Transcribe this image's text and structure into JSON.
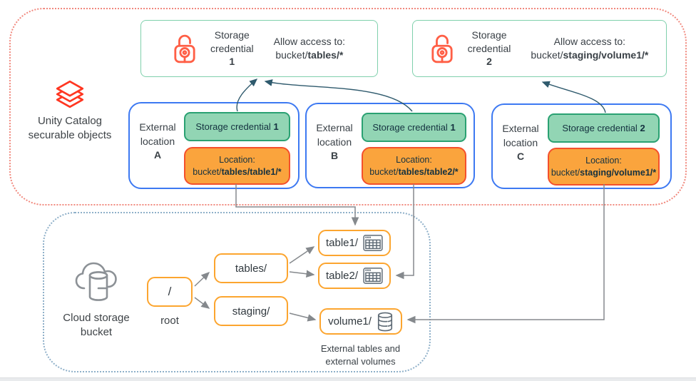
{
  "brand": {
    "logo": "databricks-logo",
    "line1": "Unity Catalog",
    "line2": "securable objects"
  },
  "credentials": [
    {
      "icon": "lock-icon",
      "name_line1": "Storage",
      "name_line2": "credential",
      "number": "1",
      "allow_label": "Allow access to:",
      "path_prefix": "bucket/",
      "path_bold": "tables/*"
    },
    {
      "icon": "lock-icon",
      "name_line1": "Storage",
      "name_line2": "credential",
      "number": "2",
      "allow_label": "Allow access to:",
      "path_prefix": "bucket/",
      "path_bold": "staging/volume1/*"
    }
  ],
  "locations": [
    {
      "label_line1": "External",
      "label_line2": "location",
      "letter": "A",
      "credential_label": "Storage credential ",
      "credential_number": "1",
      "location_label": "Location:",
      "path_prefix": "bucket/",
      "path_bold": "tables/table1/*"
    },
    {
      "label_line1": "External",
      "label_line2": "location",
      "letter": "B",
      "credential_label": "Storage credential ",
      "credential_number": "1",
      "location_label": "Location:",
      "path_prefix": "bucket/",
      "path_bold": "tables/table2/*"
    },
    {
      "label_line1": "External",
      "label_line2": "location",
      "letter": "C",
      "credential_label": "Storage credential ",
      "credential_number": "2",
      "location_label": "Location:",
      "path_prefix": "bucket/",
      "path_bold": "staging/volume1/*"
    }
  ],
  "bucket": {
    "icon": "cloud-storage-icon",
    "label_line1": "Cloud storage",
    "label_line2": "bucket",
    "root_label": "/",
    "root_caption": "root",
    "folders": [
      {
        "label": "tables/"
      },
      {
        "label": "staging/"
      }
    ],
    "leaves": [
      {
        "label": "table1/",
        "icon": "table-icon"
      },
      {
        "label": "table2/",
        "icon": "table-icon"
      },
      {
        "label": "volume1/",
        "icon": "volume-icon"
      }
    ],
    "caption_line1": "External tables and",
    "caption_line2": "external volumes"
  },
  "colors": {
    "databricks_red": "#FF3621",
    "lock_red": "#FF5F46",
    "credential_border": "#7FD0AC",
    "pill_green_bg": "#92D5B4",
    "pill_green_border": "#2AA172",
    "pill_orange_bg": "#FAA43D",
    "pill_orange_border": "#F4502C",
    "location_border": "#3D79F2",
    "folder_border": "#FCA52F",
    "zone_top_border": "#F1897E",
    "zone_bottom_border": "#8FB0C9",
    "connector_gray": "#85898D",
    "connector_slate": "#2F5A6D",
    "text_dark": "#3A4147",
    "text_navy": "#14313F"
  }
}
